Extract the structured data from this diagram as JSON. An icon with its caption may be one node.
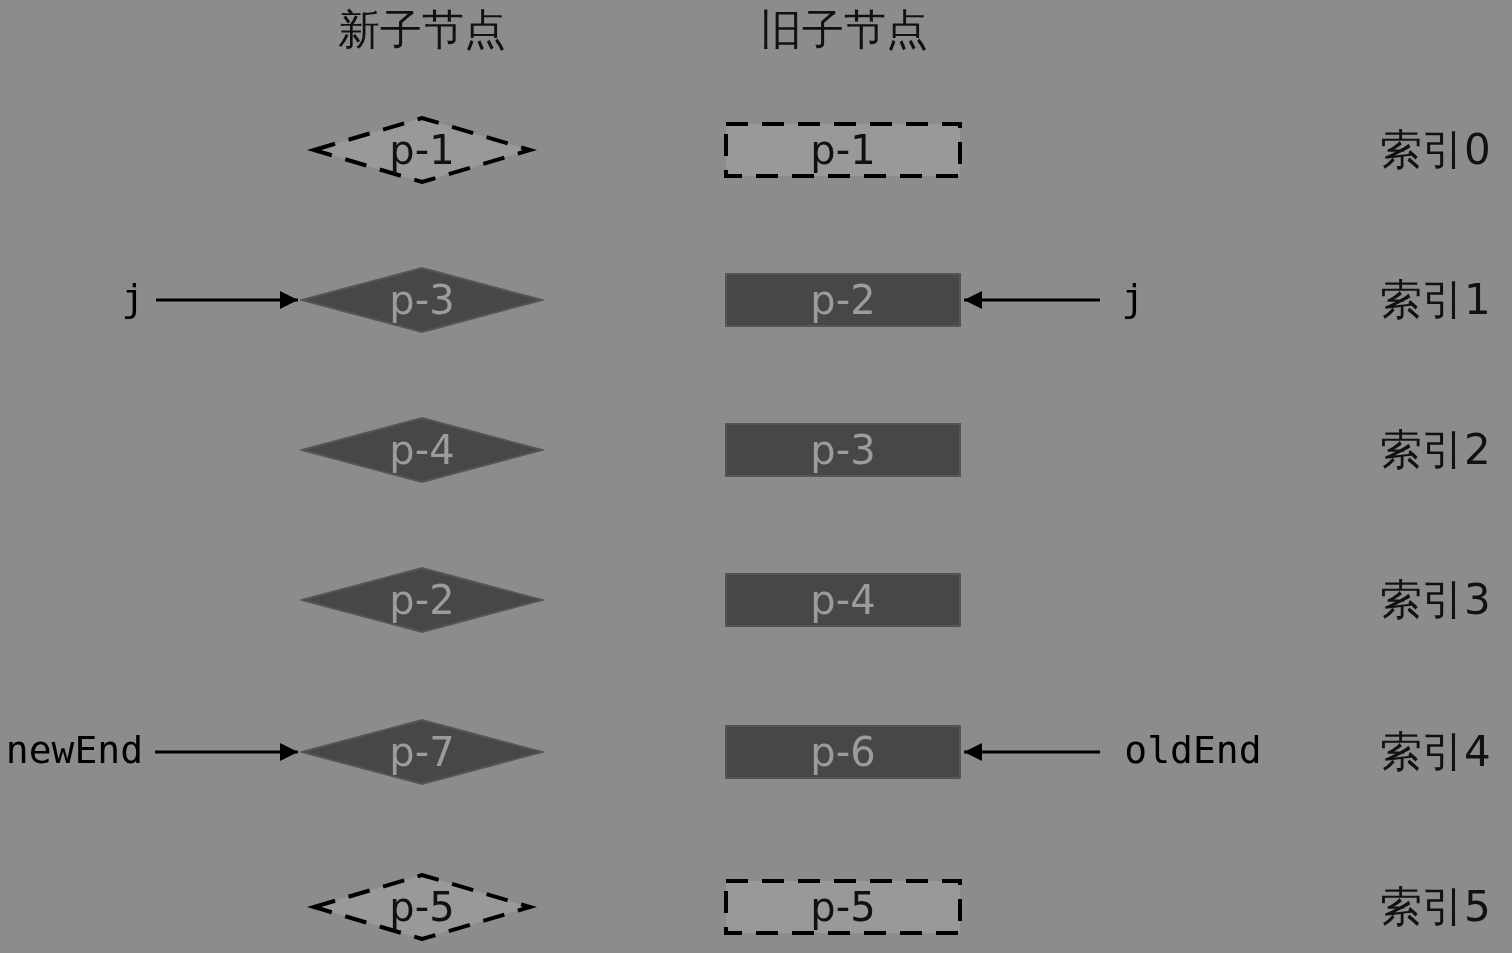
{
  "diagram": {
    "nodes": [
      {
        "text": [
          "p-1"
        ]
      },
      {
        "text": [
          "p-1"
        ]
      },
      {
        "text": [
          "j"
        ]
      },
      {
        "text": [
          "p-3"
        ]
      },
      {
        "text": [
          "p-2"
        ]
      },
      {
        "text": [
          "j"
        ]
      },
      {
        "text": [
          "p-4"
        ]
      },
      {
        "text": [
          "p-3"
        ]
      },
      {
        "text": [
          "p-2"
        ]
      },
      {
        "text": [
          "p-4"
        ]
      },
      {
        "text": [
          "newEnd"
        ]
      },
      {
        "text": [
          "p-7"
        ]
      },
      {
        "text": [
          "p-6"
        ]
      },
      {
        "text": [
          "oldEnd"
        ]
      },
      {
        "text": [
          "p-5"
        ]
      },
      {
        "text": [
          "p-5"
        ]
      }
    ],
    "edges": [
      {
        "from": 2,
        "to": 3,
        "arrow": "to"
      },
      {
        "from": 5,
        "to": 4,
        "arrow": "to"
      },
      {
        "from": 10,
        "to": 11,
        "arrow": "to"
      },
      {
        "from": 13,
        "to": 12,
        "arrow": "to"
      }
    ],
    "labels": [
      "新子节点",
      "旧子节点",
      "索引0",
      "索引1",
      "索引2",
      "索引3",
      "索引4",
      "索引5"
    ]
  }
}
